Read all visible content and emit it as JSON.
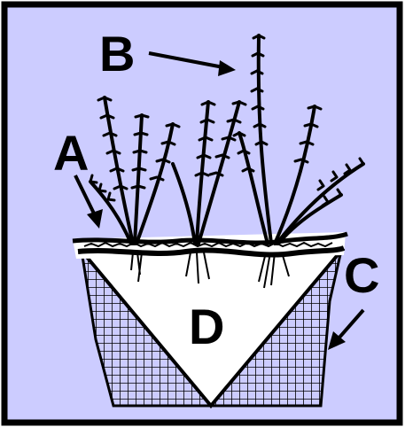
{
  "diagram": {
    "background_color": "#ccccff",
    "border_color": "#000000",
    "ink_color": "#000000",
    "labels": {
      "a": "A",
      "b": "B",
      "c": "C",
      "d": "D"
    }
  }
}
